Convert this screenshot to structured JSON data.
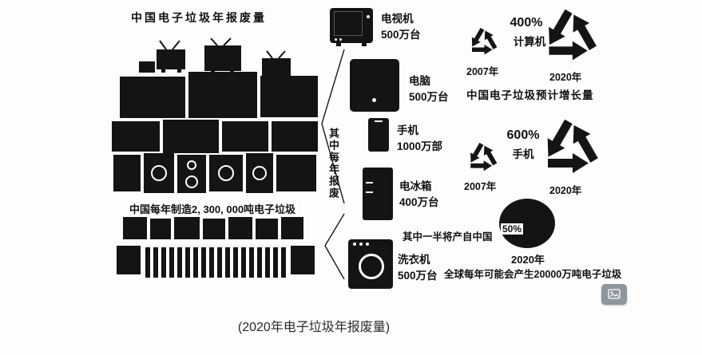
{
  "figure": {
    "bottom_caption": "(2020年电子垃圾年报废量)"
  },
  "pile": {
    "title": "中国电子垃圾年报废量",
    "annual_total": "中国每年制造2, 300, 000吨电子垃圾"
  },
  "scrapped_items": {
    "bracket_label": "其中每年报废",
    "items": [
      {
        "name": "电视机",
        "quantity": "500万台"
      },
      {
        "name": "电脑",
        "quantity": "500万台"
      },
      {
        "name": "手机",
        "quantity": "1000万部"
      },
      {
        "name": "电冰箱",
        "quantity": "400万台"
      },
      {
        "name": "洗衣机",
        "quantity": "500万台"
      }
    ]
  },
  "growth": {
    "caption": "中国电子垃圾预计增长量",
    "rows": [
      {
        "percent": "400%",
        "category": "计算机",
        "from_year": "2007年",
        "to_year": "2020年"
      },
      {
        "percent": "600%",
        "category": "手机",
        "from_year": "2007年",
        "to_year": "2020年"
      }
    ]
  },
  "global_projection": {
    "china_share": "50%",
    "china_share_note": "其中一半将产自中国",
    "year": "2020年",
    "note": "全球每年可能会产生20000万吨电子垃圾"
  },
  "icons": {
    "recycle_icon": "recycling-arrows-triangle",
    "image_button_icon": "picture"
  },
  "colors": {
    "ink": "#141414",
    "page_bg": "#fdfdfd",
    "button_bg": "#8f969c"
  }
}
